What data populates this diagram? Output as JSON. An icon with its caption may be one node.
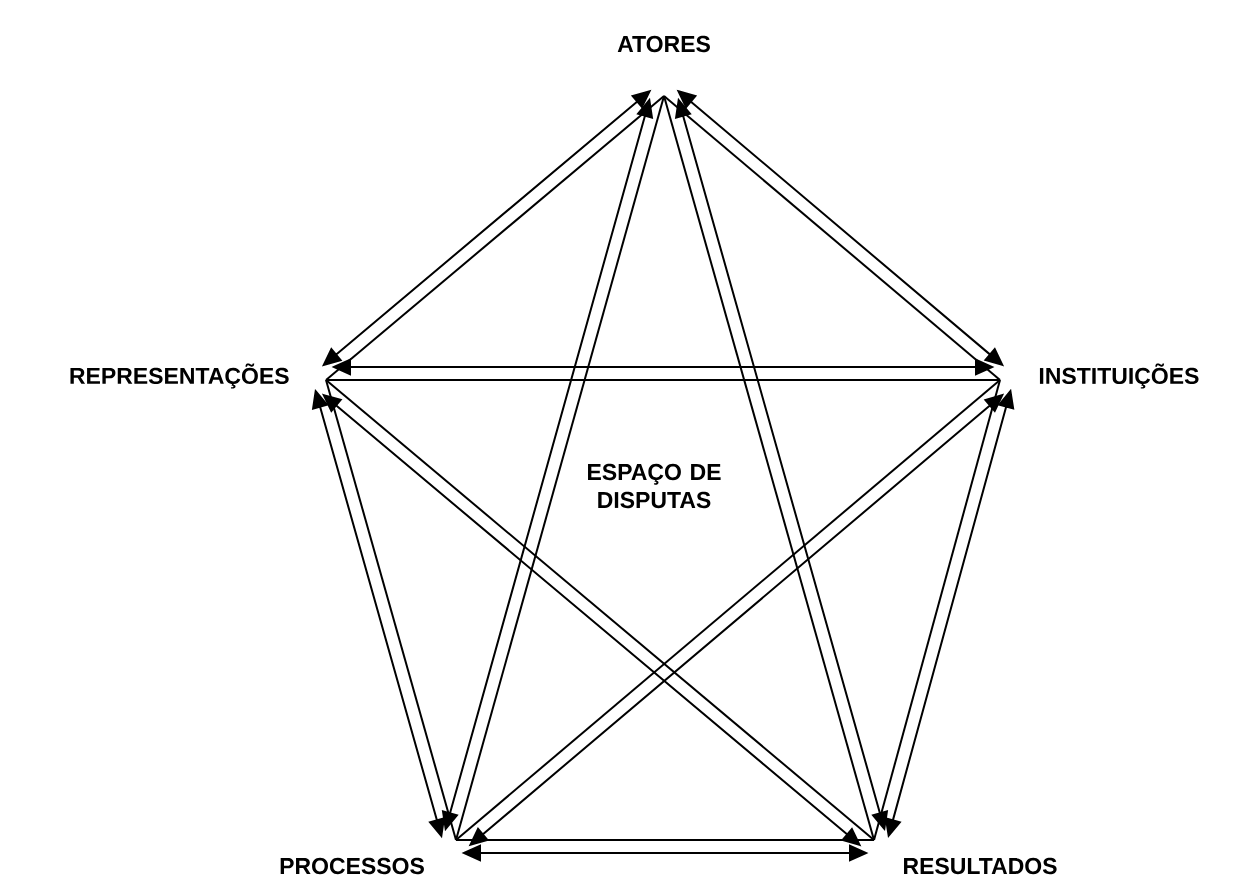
{
  "diagram": {
    "nodes": [
      {
        "text": [
          "ATORES"
        ]
      },
      {
        "text": [
          "REPRESENTAÇÕES"
        ]
      },
      {
        "text": [
          "INSTITUIÇÕES"
        ]
      },
      {
        "text": [
          "PROCESSOS"
        ]
      },
      {
        "text": [
          "RESULTADOS"
        ]
      }
    ],
    "edges": [
      {
        "from": 0,
        "to": 1,
        "arrow": "both"
      },
      {
        "from": 0,
        "to": 1,
        "arrow": "none"
      },
      {
        "from": 0,
        "to": 2,
        "arrow": "both"
      },
      {
        "from": 0,
        "to": 2,
        "arrow": "none"
      },
      {
        "from": 0,
        "to": 3,
        "arrow": "both"
      },
      {
        "from": 0,
        "to": 3,
        "arrow": "none"
      },
      {
        "from": 0,
        "to": 4,
        "arrow": "both"
      },
      {
        "from": 0,
        "to": 4,
        "arrow": "none"
      },
      {
        "from": 1,
        "to": 2,
        "arrow": "both"
      },
      {
        "from": 1,
        "to": 2,
        "arrow": "none"
      },
      {
        "from": 1,
        "to": 3,
        "arrow": "both"
      },
      {
        "from": 1,
        "to": 3,
        "arrow": "none"
      },
      {
        "from": 1,
        "to": 4,
        "arrow": "both"
      },
      {
        "from": 1,
        "to": 4,
        "arrow": "none"
      },
      {
        "from": 2,
        "to": 3,
        "arrow": "both"
      },
      {
        "from": 2,
        "to": 3,
        "arrow": "none"
      },
      {
        "from": 2,
        "to": 4,
        "arrow": "both"
      },
      {
        "from": 2,
        "to": 4,
        "arrow": "none"
      },
      {
        "from": 3,
        "to": 4,
        "arrow": "both"
      },
      {
        "from": 3,
        "to": 4,
        "arrow": "none"
      }
    ],
    "labels": [
      "ESPAÇO DE DISPUTAS"
    ]
  }
}
